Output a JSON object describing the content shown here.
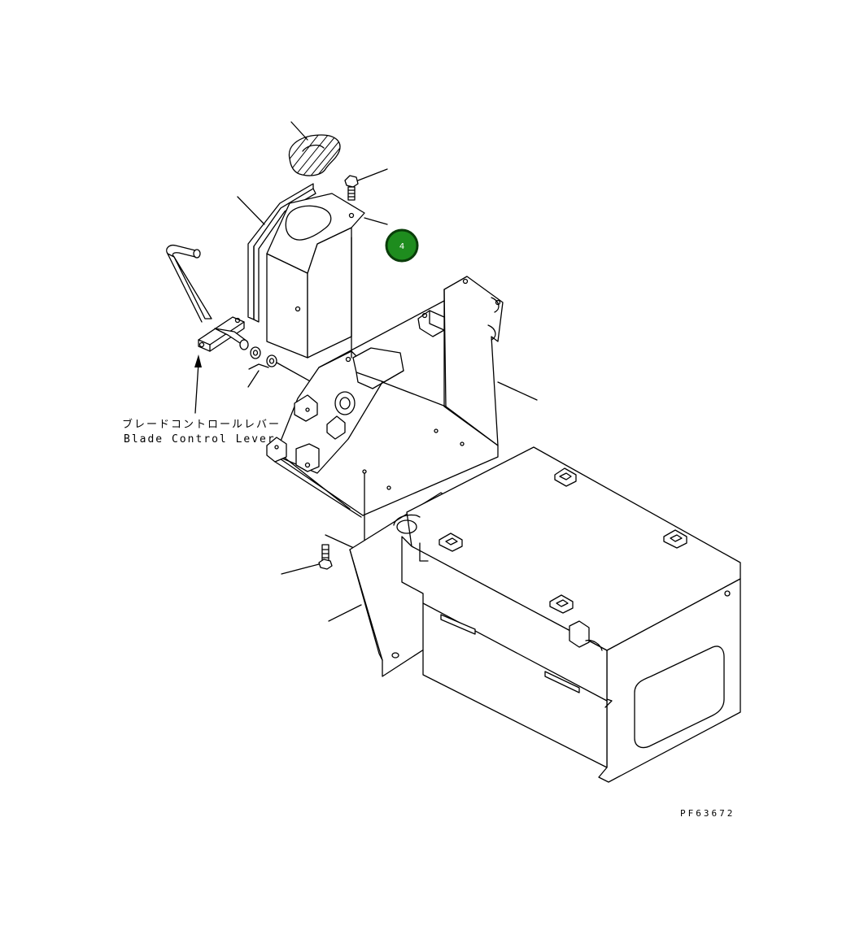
{
  "label": {
    "japanese": "ブレードコントロールレバー",
    "english": "Blade Control Lever"
  },
  "callout": {
    "number": "4",
    "fill_color": "#1e8c1e",
    "ring_color": "#0a3d0a"
  },
  "drawing_code": "PF63672"
}
